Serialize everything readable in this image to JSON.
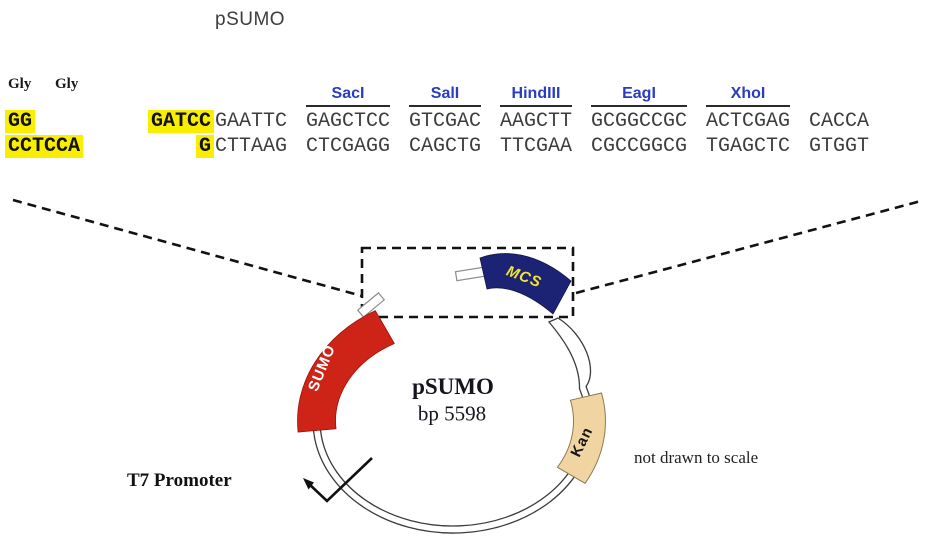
{
  "page_title": "pSUMO",
  "sequence_panel": {
    "gly_labels": [
      "Gly",
      "Gly"
    ],
    "highlights": {
      "top_left": "GG",
      "bottom_left": "CCTCCA",
      "top_mid": "GATCC",
      "bottom_mid": "G"
    },
    "groups": [
      {
        "site": "",
        "top": "GAATTC",
        "bottom": "CTTAAG"
      },
      {
        "site": "SacI",
        "top": "GAGCTCC",
        "bottom": "CTCGAGG"
      },
      {
        "site": "SalI",
        "top": "GTCGAC",
        "bottom": "CAGCTG"
      },
      {
        "site": "HindIII",
        "top": "AAGCTT",
        "bottom": "TTCGAA"
      },
      {
        "site": "EagI",
        "top": "GCGGCCGC",
        "bottom": "CGCCGGCG"
      },
      {
        "site": "XhoI",
        "top": "ACTCGAG",
        "bottom": "TGAGCTC"
      },
      {
        "site": "",
        "top": "CACCA",
        "bottom": "GTGGT"
      }
    ]
  },
  "plasmid": {
    "name": "pSUMO",
    "size_label": "bp 5598",
    "features": [
      {
        "label": "SUMO",
        "color": "#ce2418"
      },
      {
        "label": "MCS",
        "color": "#1c2374"
      },
      {
        "label": "Kan",
        "color": "#f0d5a2"
      }
    ],
    "promoter_label": "T7 Promoter",
    "scale_note": "not drawn to scale"
  },
  "colors": {
    "highlight_yellow": "#f9ee00",
    "site_label_blue": "#2a3cc2",
    "sumo_red": "#ce2418",
    "mcs_navy": "#1c2374",
    "kan_tan": "#f0d5a2",
    "mcs_text_yellow": "#f2e430",
    "ring_stroke": "#3c3c3c"
  }
}
